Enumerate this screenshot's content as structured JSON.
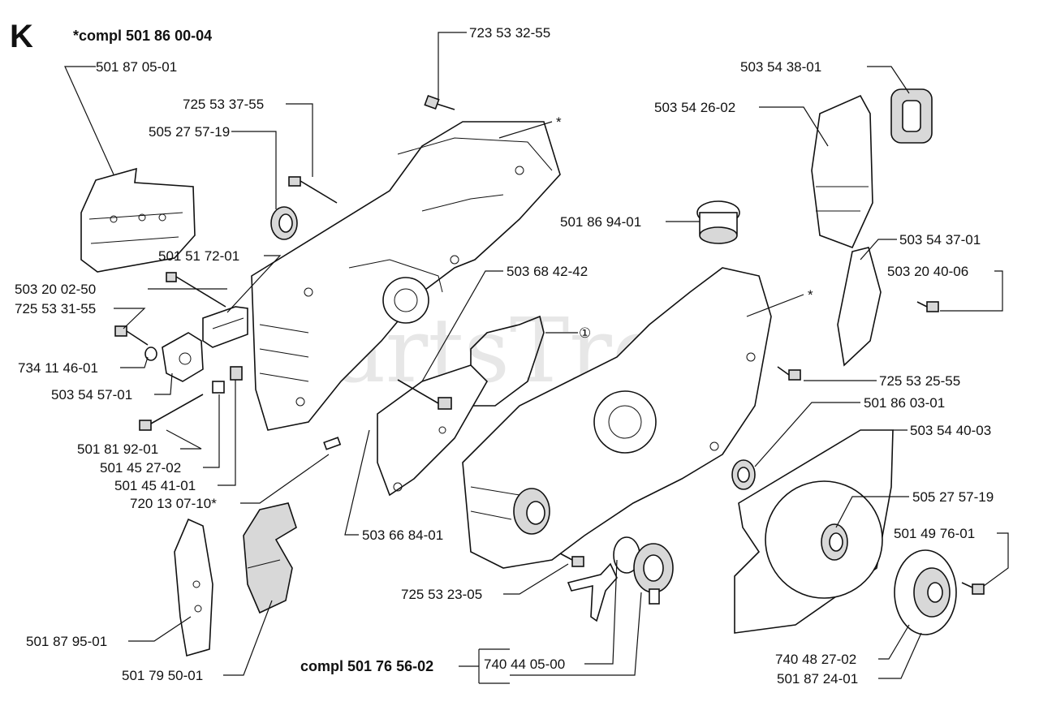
{
  "section": "K",
  "assembly_note": "*compl 501 86 00-04",
  "watermark": "PartsTree",
  "callouts": {
    "p1": "723 53 32-55",
    "p2": "501 87 05-01",
    "p3": "725 53 37-55",
    "p4": "505 27 57-19",
    "p5": "501 51 72-01",
    "p6": "503 20 02-50",
    "p7": "725 53 31-55",
    "p8": "734 11 46-01",
    "p9": "503 54 57-01",
    "p10": "501 81 92-01",
    "p11": "501 45 27-02",
    "p12": "501 45 41-01",
    "p13": "720 13 07-10*",
    "p14": "501 87 95-01",
    "p15": "501 79 50-01",
    "p16": "503 68 42-42",
    "p17": "503 66 84-01",
    "p18": "725 53 23-05",
    "p19": "740 44 05-00",
    "p20": "503 54 38-01",
    "p21": "503 54 26-02",
    "p22": "501 86 94-01",
    "p23": "503 54 37-01",
    "p24": "503 20 40-06",
    "p25": "725 53 25-55",
    "p26": "501 86 03-01",
    "p27": "503 54 40-03",
    "p28": "505 27 57-19",
    "p29": "501 49 76-01",
    "p30": "740 48 27-02",
    "p31": "501 87 24-01"
  },
  "bottom_assembly": "compl 501 76 56-02",
  "circle_ref": "①",
  "star_mark": "*"
}
